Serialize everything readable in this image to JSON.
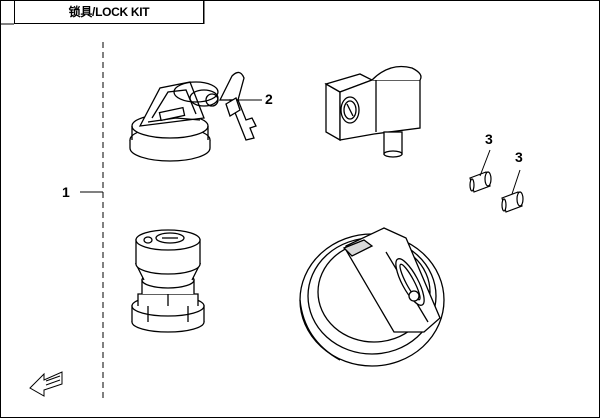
{
  "header": {
    "title": "锁具/LOCK KIT"
  },
  "callouts": {
    "kit": "1",
    "key": "2",
    "bolt_a": "3",
    "bolt_b": "3"
  },
  "colors": {
    "line": "#000000",
    "background": "#ffffff",
    "shade": "#d9d9d9"
  },
  "icons": {
    "front_arrow": "arrow-front-icon"
  }
}
